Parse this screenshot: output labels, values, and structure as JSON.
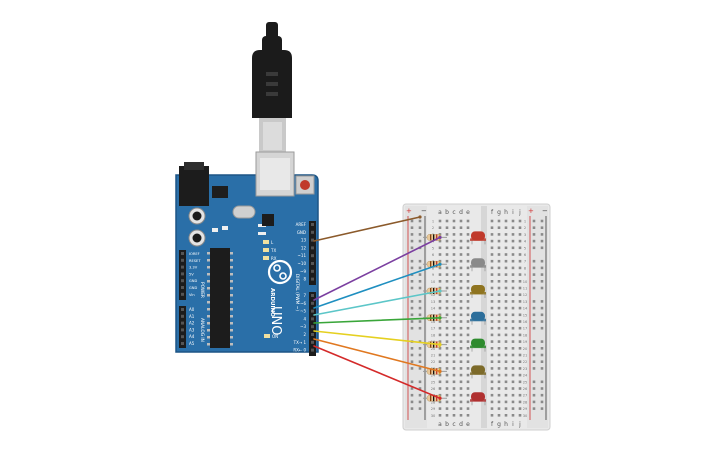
{
  "board": {
    "name_vertical": "UNO",
    "brand_vertical": "ARDUINO",
    "digital_label": "DIGITAL (PWM ~)",
    "power_label": "POWER",
    "analog_label": "ANALOG IN",
    "on_label": "ON",
    "l_label": "L",
    "tx_label": "TX",
    "rx_label": "RX",
    "header_top_labels": [
      "AREF",
      "GND",
      "13",
      "12",
      "~11",
      "~10",
      "~9",
      "8"
    ],
    "header_bottom_labels": [
      "7",
      "~6",
      "~5",
      "4",
      "~3",
      "2",
      "TX→ 1",
      "RX← 0"
    ],
    "power_labels": [
      "IOREF",
      "RESET",
      "3.3V",
      "5V",
      "GND",
      "GND",
      "Vin"
    ],
    "analog_labels": [
      "A0",
      "A1",
      "A2",
      "A3",
      "A4",
      "A5"
    ],
    "colors": {
      "pcb": "#2a6fa8",
      "pcb_edge": "#1d5585",
      "header": "#1c1c1c"
    }
  },
  "usb": {
    "colors": {
      "plug": "#1b1b1b",
      "metal": "#c9c9c9"
    }
  },
  "breadboard": {
    "cols_left": [
      "a",
      "b",
      "c",
      "d",
      "e"
    ],
    "cols_right": [
      "f",
      "g",
      "h",
      "i",
      "j"
    ],
    "row_numbers": [
      "1",
      "2",
      "3",
      "4",
      "5",
      "6",
      "7",
      "8",
      "9",
      "10",
      "11",
      "12",
      "13",
      "14",
      "15",
      "16",
      "17",
      "18",
      "19",
      "20",
      "21",
      "22",
      "23",
      "24",
      "25",
      "26",
      "27",
      "28",
      "29",
      "30"
    ],
    "rail_plus": "+",
    "rail_minus": "−",
    "colors": {
      "body": "#e9e9e9",
      "hole": "#8a8a8a",
      "plus": "#d03030",
      "minus": "#3a3a3a"
    }
  },
  "leds": [
    {
      "color": "#c0392b"
    },
    {
      "color": "#8a8a8a"
    },
    {
      "color": "#8f7420"
    },
    {
      "color": "#2c6e9b"
    },
    {
      "color": "#2e8b2e"
    },
    {
      "color": "#7d6b2a"
    },
    {
      "color": "#b03030"
    }
  ],
  "wires": [
    {
      "color": "#8b5a2b"
    },
    {
      "color": "#7b3fa0"
    },
    {
      "color": "#1f8fc0"
    },
    {
      "color": "#5cc6c8"
    },
    {
      "color": "#3aa63a"
    },
    {
      "color": "#e5d020"
    },
    {
      "color": "#e07820"
    },
    {
      "color": "#d42a2a"
    }
  ]
}
